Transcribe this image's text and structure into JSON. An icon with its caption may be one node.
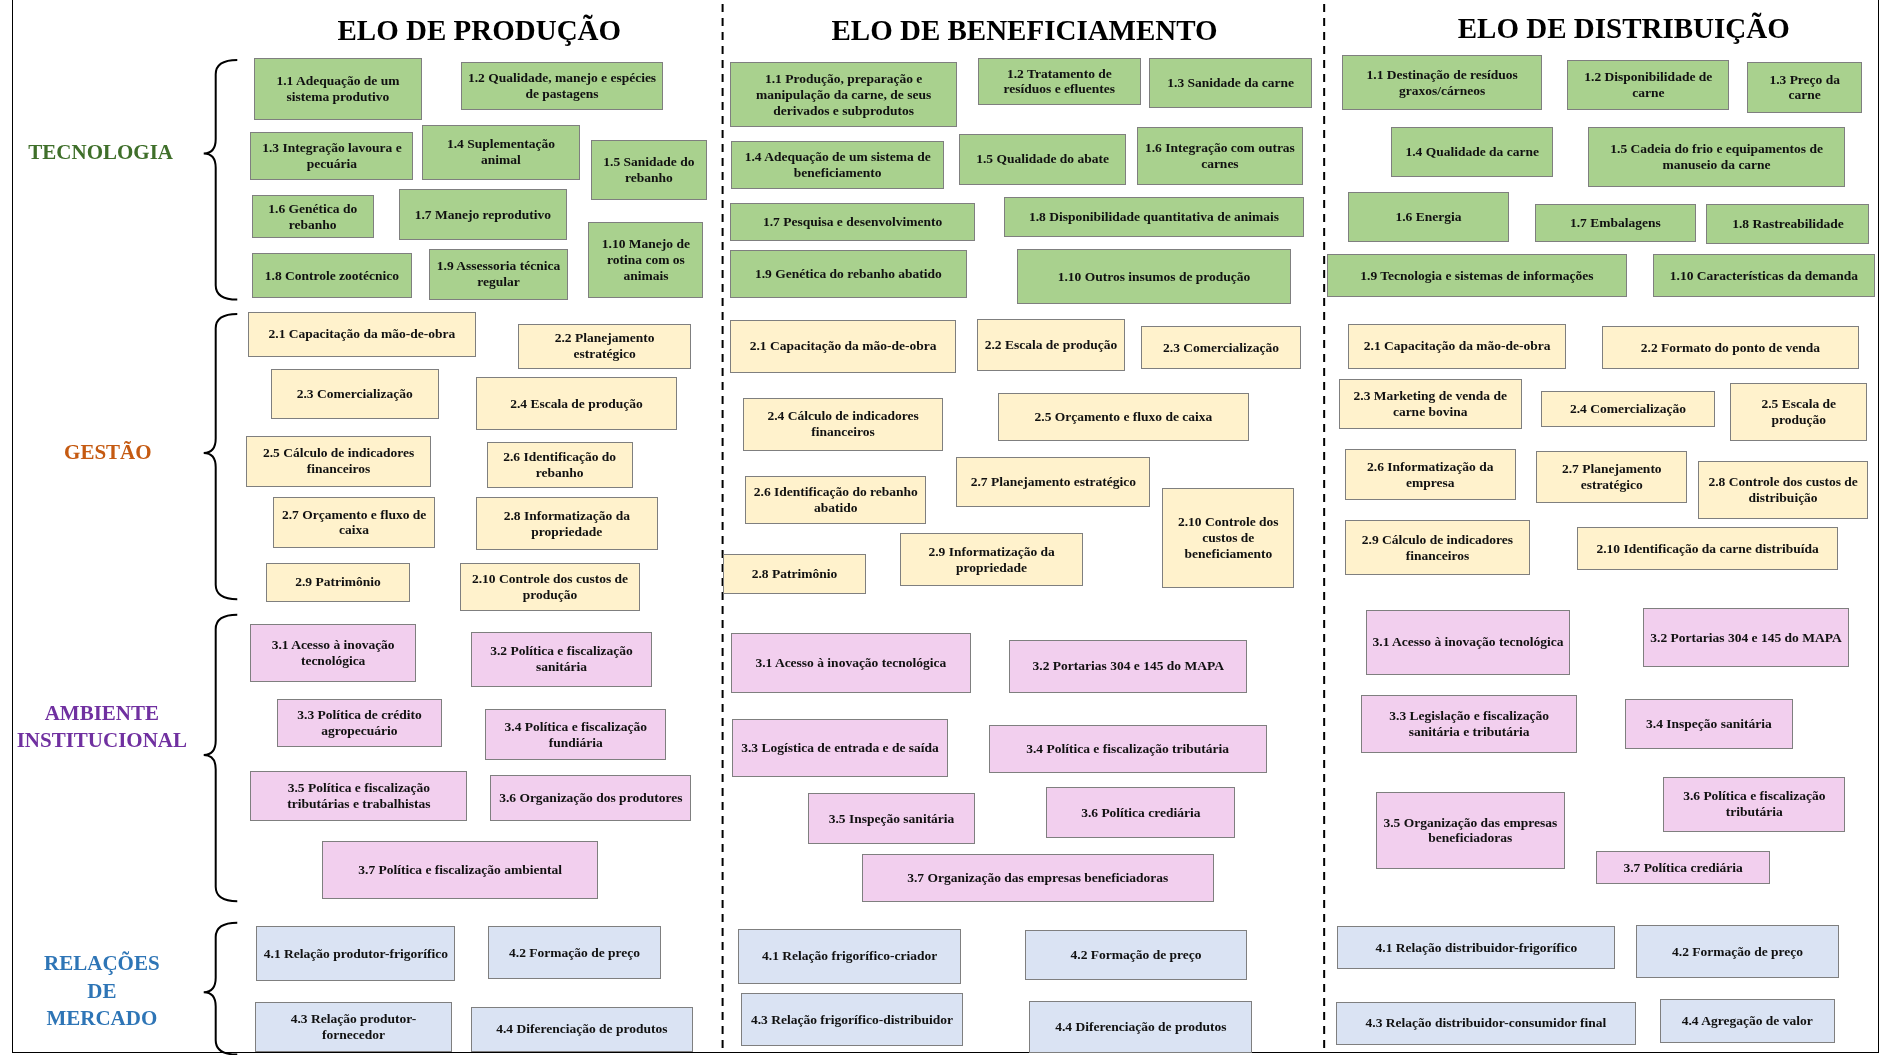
{
  "diagram": {
    "nodes": [
      {
        "text": [
          "1.1 Adequação de um sistema produtivo"
        ]
      },
      {
        "text": [
          "1.2 Qualidade, manejo e espécies de pastagens"
        ]
      },
      {
        "text": [
          "1.3 Integração lavoura e pecuária"
        ]
      },
      {
        "text": [
          "1.4 Suplementação animal"
        ]
      },
      {
        "text": [
          "1.5 Sanidade do rebanho"
        ]
      },
      {
        "text": [
          "1.6 Genética do rebanho"
        ]
      },
      {
        "text": [
          "1.7 Manejo reprodutivo"
        ]
      },
      {
        "text": [
          "1.10 Manejo de rotina com os animais"
        ]
      },
      {
        "text": [
          "1.8 Controle zootécnico"
        ]
      },
      {
        "text": [
          "1.9 Assessoria técnica regular"
        ]
      },
      {
        "text": [
          "1.1 Produção, preparação e manipulação da carne, de seus derivados e subprodutos"
        ]
      },
      {
        "text": [
          "1.2 Tratamento de resíduos e efluentes"
        ]
      },
      {
        "text": [
          "1.3 Sanidade da carne"
        ]
      },
      {
        "text": [
          "1.4 Adequação de um sistema de beneficiamento"
        ]
      },
      {
        "text": [
          "1.5 Qualidade do abate"
        ]
      },
      {
        "text": [
          "1.6 Integração com outras carnes"
        ]
      },
      {
        "text": [
          "1.7 Pesquisa e desenvolvimento"
        ]
      },
      {
        "text": [
          "1.8 Disponibilidade quantitativa de animais"
        ]
      },
      {
        "text": [
          "1.9 Genética do rebanho abatido"
        ]
      },
      {
        "text": [
          "1.10 Outros insumos de produção"
        ]
      },
      {
        "text": [
          "1.1 Destinação de resíduos graxos/cárneos"
        ]
      },
      {
        "text": [
          "1.2 Disponibilidade de carne"
        ]
      },
      {
        "text": [
          "1.3 Preço da carne"
        ]
      },
      {
        "text": [
          "1.4 Qualidade da carne"
        ]
      },
      {
        "text": [
          "1.5 Cadeia do frio e equipamentos de manuseio da carne"
        ]
      },
      {
        "text": [
          "1.6 Energia"
        ]
      },
      {
        "text": [
          "1.7 Embalagens"
        ]
      },
      {
        "text": [
          "1.8 Rastreabilidade"
        ]
      },
      {
        "text": [
          "1.9 Tecnologia e sistemas de informações"
        ]
      },
      {
        "text": [
          "1.10 Características da demanda"
        ]
      },
      {
        "text": [
          "2.1 Capacitação da mão-de-obra"
        ]
      },
      {
        "text": [
          "2.2 Planejamento estratégico"
        ]
      },
      {
        "text": [
          "2.3 Comercialização"
        ]
      },
      {
        "text": [
          "2.4 Escala de produção"
        ]
      },
      {
        "text": [
          "2.5 Cálculo de indicadores financeiros"
        ]
      },
      {
        "text": [
          "2.6 Identificação do rebanho"
        ]
      },
      {
        "text": [
          "2.7 Orçamento e fluxo de caixa"
        ]
      },
      {
        "text": [
          "2.8 Informatização da propriedade"
        ]
      },
      {
        "text": [
          "2.9 Patrimônio"
        ]
      },
      {
        "text": [
          "2.10 Controle dos custos de produção"
        ]
      },
      {
        "text": [
          "2.1 Capacitação da mão-de-obra"
        ]
      },
      {
        "text": [
          "2.2 Escala de produção"
        ]
      },
      {
        "text": [
          "2.3 Comercialização"
        ]
      },
      {
        "text": [
          "2.4 Cálculo de indicadores financeiros"
        ]
      },
      {
        "text": [
          "2.5 Orçamento e fluxo de caixa"
        ]
      },
      {
        "text": [
          "2.6 Identificação do rebanho abatido"
        ]
      },
      {
        "text": [
          "2.7 Planejamento estratégico"
        ]
      },
      {
        "text": [
          "2.10 Controle dos custos de beneficiamento"
        ]
      },
      {
        "text": [
          "2.8 Patrimônio"
        ]
      },
      {
        "text": [
          "2.9 Informatização da propriedade"
        ]
      },
      {
        "text": [
          "2.1 Capacitação da mão-de-obra"
        ]
      },
      {
        "text": [
          "2.2 Formato do ponto de venda"
        ]
      },
      {
        "text": [
          "2.3 Marketing de venda de carne bovina"
        ]
      },
      {
        "text": [
          "2.4 Comercialização"
        ]
      },
      {
        "text": [
          "2.5 Escala de produção"
        ]
      },
      {
        "text": [
          "2.6 Informatização da empresa"
        ]
      },
      {
        "text": [
          "2.7 Planejamento estratégico"
        ]
      },
      {
        "text": [
          "2.8 Controle dos custos de distribuição"
        ]
      },
      {
        "text": [
          "2.9 Cálculo de indicadores financeiros"
        ]
      },
      {
        "text": [
          "2.10 Identificação da carne distribuída"
        ]
      },
      {
        "text": [
          "3.1 Acesso à inovação tecnológica"
        ]
      },
      {
        "text": [
          "3.2 Política e fiscalização sanitária"
        ]
      },
      {
        "text": [
          "3.3 Política de crédito agropecuário"
        ]
      },
      {
        "text": [
          "3.4 Política e fiscalização fundiária"
        ]
      },
      {
        "text": [
          "3.5 Política e fiscalização tributárias e trabalhistas"
        ]
      },
      {
        "text": [
          "3.6 Organização dos produtores"
        ]
      },
      {
        "text": [
          "3.7 Política e fiscalização ambiental"
        ]
      },
      {
        "text": [
          "3.1 Acesso à inovação tecnológica"
        ]
      },
      {
        "text": [
          "3.2 Portarias 304 e 145 do MAPA"
        ]
      },
      {
        "text": [
          "3.3 Logística de entrada e de saída"
        ]
      },
      {
        "text": [
          "3.4 Política e fiscalização tributária"
        ]
      },
      {
        "text": [
          "3.5 Inspeção sanitária"
        ]
      },
      {
        "text": [
          "3.6 Política crediária"
        ]
      },
      {
        "text": [
          "3.7 Organização das empresas beneficiadoras"
        ]
      },
      {
        "text": [
          "3.1 Acesso à inovação tecnológica"
        ]
      },
      {
        "text": [
          "3.2 Portarias 304 e 145 do MAPA"
        ]
      },
      {
        "text": [
          "3.3 Legislação e fiscalização sanitária e tributária"
        ]
      },
      {
        "text": [
          "3.4 Inspeção sanitária"
        ]
      },
      {
        "text": [
          "3.5 Organização das empresas beneficiadoras"
        ]
      },
      {
        "text": [
          "3.6 Política e fiscalização tributária"
        ]
      },
      {
        "text": [
          "3.7 Política crediária"
        ]
      },
      {
        "text": [
          "4.1 Relação produtor-frigorífico"
        ]
      },
      {
        "text": [
          "4.2 Formação de preço"
        ]
      },
      {
        "text": [
          "4.3 Relação produtor-fornecedor"
        ]
      },
      {
        "text": [
          "4.4 Diferenciação de produtos"
        ]
      },
      {
        "text": [
          "4.1 Relação frigorífico-criador"
        ]
      },
      {
        "text": [
          "4.2 Formação de preço"
        ]
      },
      {
        "text": [
          "4.3 Relação frigorífico-distribuidor"
        ]
      },
      {
        "text": [
          "4.4 Diferenciação de produtos"
        ]
      },
      {
        "text": [
          "4.1 Relação distribuidor-frigorífico"
        ]
      },
      {
        "text": [
          "4.2 Formação de preço"
        ]
      },
      {
        "text": [
          "4.3 Relação distribuidor-consumidor final"
        ]
      },
      {
        "text": [
          "4.4 Agregação de valor"
        ]
      }
    ],
    "labels": [
      "ELO DE PRODUÇÃO",
      "ELO DE BENEFICIAMENTO",
      "ELO DE DISTRIBUIÇÃO",
      "TECNOLOGIA",
      "GESTÃO",
      "AMBIENTE INSTITUCIONAL",
      "RELAÇÕES DE MERCADO"
    ]
  }
}
